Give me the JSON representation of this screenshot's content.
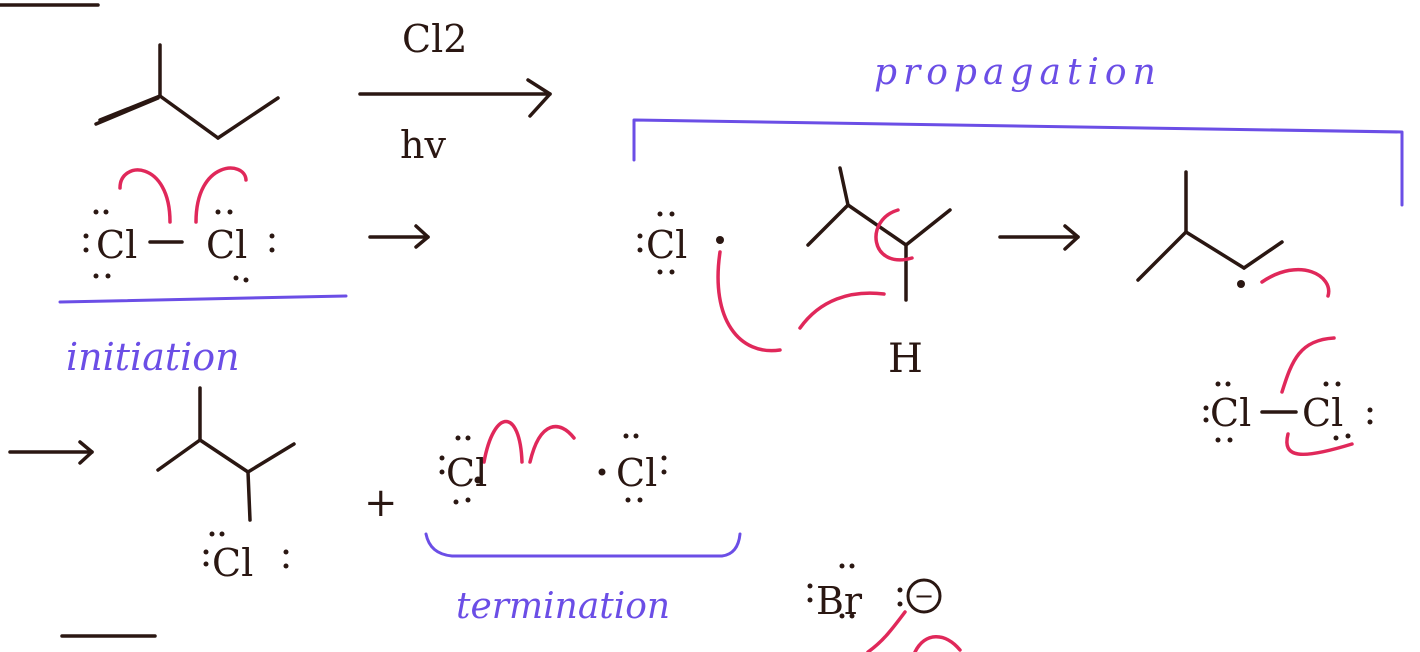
{
  "colors": {
    "ink": "#2a1712",
    "purple": "#6b4ee6",
    "red": "#e0285a"
  },
  "reagents": {
    "top": "Cl2",
    "bottom": "hv"
  },
  "sections": {
    "initiation": "initiation",
    "propagation": "propagation",
    "termination": "termination"
  },
  "atoms": {
    "cl": "Cl",
    "h": "H",
    "br": "Br",
    "plus": "+",
    "charge": "−"
  }
}
